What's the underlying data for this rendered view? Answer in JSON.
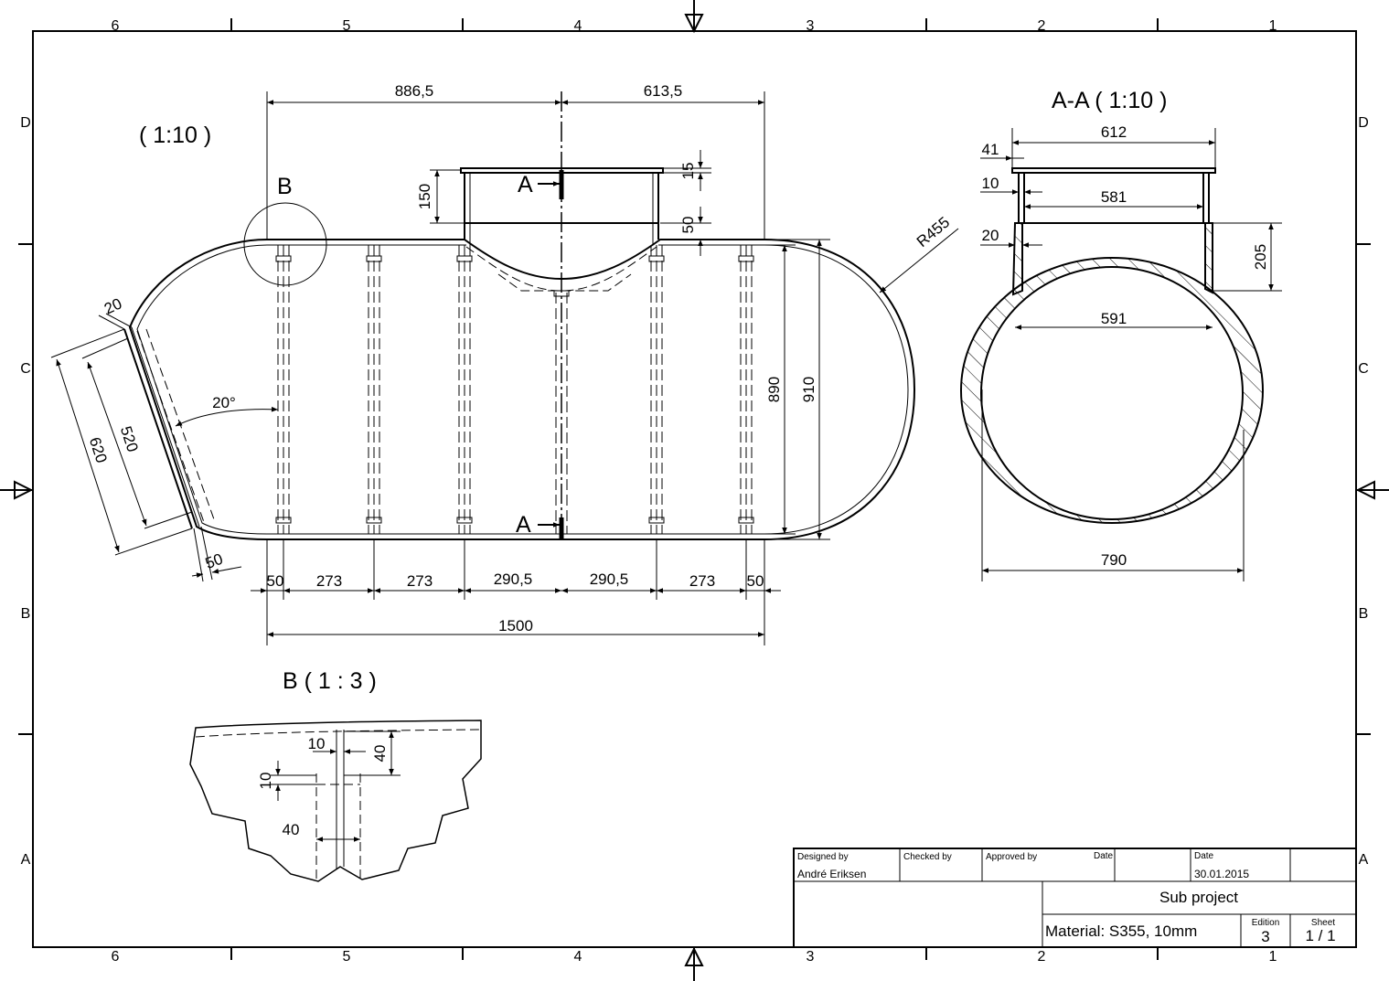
{
  "colors": {
    "line": "#000000",
    "background": "#ffffff"
  },
  "zones": {
    "columns": [
      "6",
      "5",
      "4",
      "3",
      "2",
      "1"
    ],
    "rows": [
      "D",
      "C",
      "B",
      "A"
    ]
  },
  "views": {
    "main_scale": "( 1:10 )",
    "section_title": "A-A ( 1:10 )",
    "detail_title": "B ( 1 : 3 )",
    "detail_marker": "B",
    "section_marker": "A"
  },
  "main_dims": {
    "top_left": "886,5",
    "top_right": "613,5",
    "d15": "15",
    "d150": "150",
    "d50_top": "50",
    "r455": "R455",
    "d890": "890",
    "d910": "910",
    "d20": "20",
    "d520": "520",
    "d620": "620",
    "angle": "20°",
    "d50_bottom_left": "50",
    "bottom_chain": [
      "50",
      "273",
      "273",
      "290,5",
      "290,5",
      "273",
      "50"
    ],
    "overall": "1500"
  },
  "section_dims": {
    "d612": "612",
    "d41": "41",
    "d10": "10",
    "d581": "581",
    "d20": "20",
    "d205": "205",
    "d591": "591",
    "d790": "790"
  },
  "detail_dims": {
    "d10_h": "10",
    "d40_v": "40",
    "d10_v": "10",
    "d40_h": "40"
  },
  "title_block": {
    "designed_by_label": "Designed by",
    "designed_by": "André Eriksen",
    "checked_by_label": "Checked by",
    "approved_by_label": "Approved by",
    "date_label_1": "Date",
    "date_label_2": "Date",
    "date": "30.01.2015",
    "project": "Sub project",
    "material": "Material: S355, 10mm",
    "edition_label": "Edition",
    "edition": "3",
    "sheet_label": "Sheet",
    "sheet": "1 / 1"
  }
}
